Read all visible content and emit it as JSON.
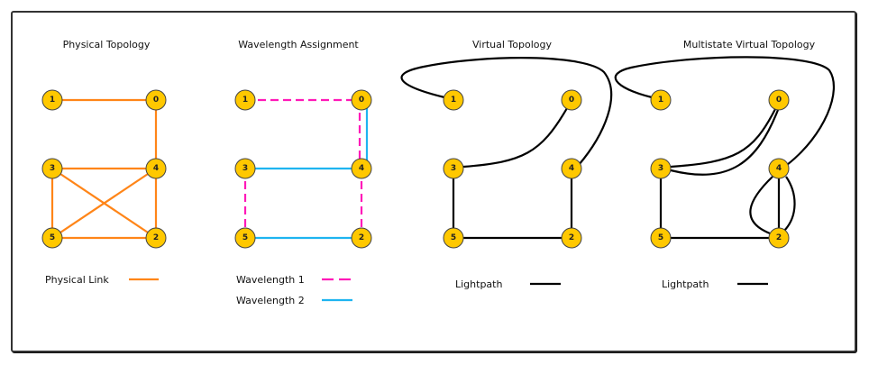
{
  "colors": {
    "node_fill": "#FFC800",
    "node_stroke": "#444444",
    "physical_link": "#FF8518",
    "wavelength_1": "#FF19B8",
    "wavelength_2": "#1EB4F0",
    "lightpath": "#000000"
  },
  "panels": [
    {
      "id": "physical",
      "title": "Physical Topology",
      "nodes": [
        "1",
        "0",
        "3",
        "4",
        "5",
        "2"
      ],
      "edges": [
        {
          "from": "1",
          "to": "0",
          "style": "physical"
        },
        {
          "from": "0",
          "to": "4",
          "style": "physical"
        },
        {
          "from": "3",
          "to": "4",
          "style": "physical"
        },
        {
          "from": "3",
          "to": "5",
          "style": "physical"
        },
        {
          "from": "3",
          "to": "2",
          "style": "physical"
        },
        {
          "from": "5",
          "to": "4",
          "style": "physical"
        },
        {
          "from": "4",
          "to": "2",
          "style": "physical"
        },
        {
          "from": "5",
          "to": "2",
          "style": "physical"
        }
      ],
      "legend": [
        {
          "label": "Physical Link",
          "style": "physical"
        }
      ]
    },
    {
      "id": "wavelength",
      "title": "Wavelength Assignment",
      "nodes": [
        "1",
        "0",
        "3",
        "4",
        "5",
        "2"
      ],
      "edges": [
        {
          "from": "1",
          "to": "0",
          "style": "wavelength_1"
        },
        {
          "from": "0",
          "to": "4",
          "style": "wavelength_1"
        },
        {
          "from": "0",
          "to": "4",
          "style": "wavelength_2"
        },
        {
          "from": "3",
          "to": "4",
          "style": "wavelength_2"
        },
        {
          "from": "3",
          "to": "5",
          "style": "wavelength_1"
        },
        {
          "from": "4",
          "to": "2",
          "style": "wavelength_1"
        },
        {
          "from": "5",
          "to": "2",
          "style": "wavelength_2"
        }
      ],
      "legend": [
        {
          "label": "Wavelength 1",
          "style": "wavelength_1"
        },
        {
          "label": "Wavelength 2",
          "style": "wavelength_2"
        }
      ]
    },
    {
      "id": "virtual",
      "title": "Virtual Topology",
      "nodes": [
        "1",
        "0",
        "3",
        "4",
        "5",
        "2"
      ],
      "edges": [
        {
          "from": "1",
          "to": "4",
          "style": "lightpath"
        },
        {
          "from": "0",
          "to": "3",
          "style": "lightpath"
        },
        {
          "from": "3",
          "to": "5",
          "style": "lightpath"
        },
        {
          "from": "4",
          "to": "2",
          "style": "lightpath"
        },
        {
          "from": "5",
          "to": "2",
          "style": "lightpath"
        }
      ],
      "legend": [
        {
          "label": "Lightpath",
          "style": "lightpath"
        }
      ]
    },
    {
      "id": "multistate",
      "title": "Multistate Virtual Topology",
      "nodes": [
        "1",
        "0",
        "3",
        "4",
        "5",
        "2"
      ],
      "edges": [
        {
          "from": "1",
          "to": "4",
          "style": "lightpath"
        },
        {
          "from": "0",
          "to": "3",
          "style": "lightpath"
        },
        {
          "from": "0",
          "to": "3",
          "style": "lightpath"
        },
        {
          "from": "3",
          "to": "5",
          "style": "lightpath"
        },
        {
          "from": "4",
          "to": "2",
          "style": "lightpath"
        },
        {
          "from": "4",
          "to": "2",
          "style": "lightpath"
        },
        {
          "from": "4",
          "to": "2",
          "style": "lightpath"
        },
        {
          "from": "5",
          "to": "2",
          "style": "lightpath"
        }
      ],
      "legend": [
        {
          "label": "Lightpath",
          "style": "lightpath"
        }
      ]
    }
  ]
}
